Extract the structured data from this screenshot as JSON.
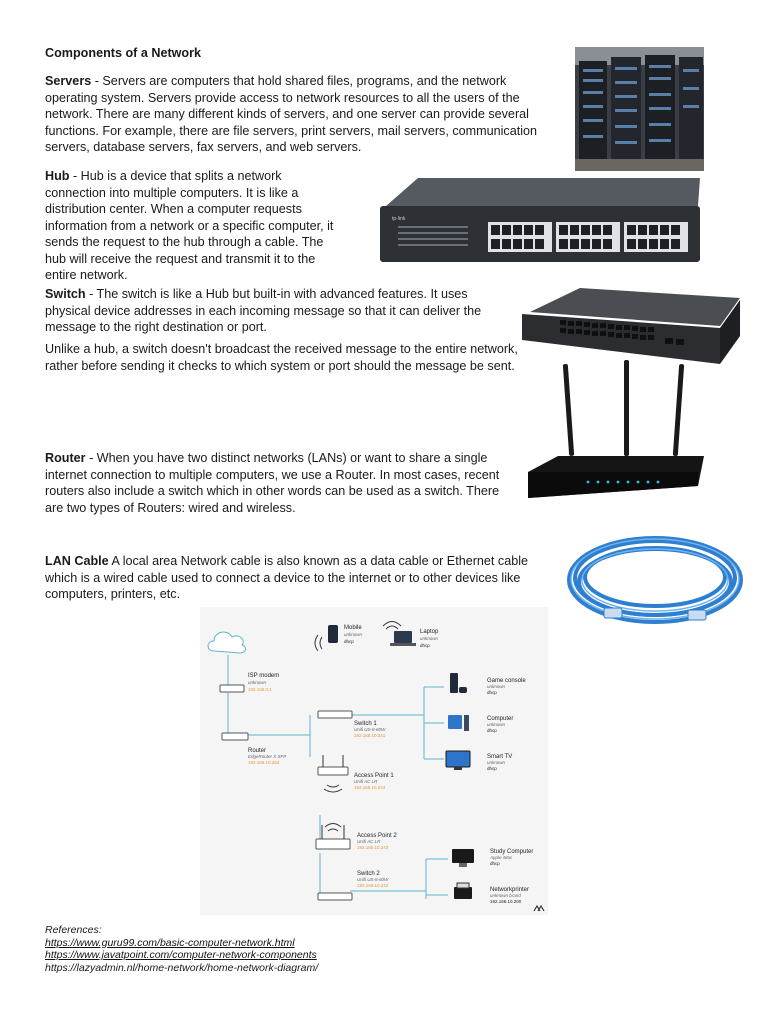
{
  "title": "Components of a Network",
  "servers": {
    "heading": "Servers",
    "text": " - Servers are computers that hold shared files, programs, and the network operating system. Servers provide access to network resources to all the users of the network. There are many different kinds of servers, and one server can provide several functions. For example, there are file servers, print servers, mail servers, communication servers, database servers, fax servers, and web servers."
  },
  "hub": {
    "heading": "Hub",
    "text": " - Hub is a device that splits a network connection into multiple computers. It is like a distribution center. When a computer requests information from a network or a specific computer, it sends the request to the hub through a cable. The hub will receive the request and transmit it to the entire network."
  },
  "switch": {
    "heading": "Switch",
    "text": " - The switch is like a Hub but built-in with advanced features. It uses physical device addresses in each incoming message so that it can deliver the message to the right destination or port.",
    "text2": "Unlike a hub, a switch doesn't broadcast the received message to the entire network, rather before sending it checks to which system or port should the message be sent."
  },
  "router": {
    "heading": "Router",
    "text": " - When you have two distinct networks (LANs) or want to share a single internet connection to multiple computers, we use a Router. In most cases, recent routers also include a switch which in other words can be used as a switch. There are two types of Routers: wired and wireless."
  },
  "lan": {
    "heading": "LAN Cable",
    "text": " A local area Network cable is also known as a data cable or Ethernet cable which is a wired cable used to connect a device to the internet or to other devices like computers, printers, etc."
  },
  "diagram": {
    "mobile": {
      "name": "Mobile",
      "sub": "unknown",
      "ip": "dhcp"
    },
    "laptop": {
      "name": "Laptop",
      "sub": "unknown",
      "ip": "dhcp"
    },
    "isp": {
      "name": "ISP modem",
      "sub": "unknown",
      "ip": "192.168.0.1"
    },
    "router": {
      "name": "Router",
      "sub": "EdgeRouter X SFP",
      "ip": "192.168.10.254"
    },
    "switch1": {
      "name": "Switch 1",
      "sub": "Unifi US-8-60W",
      "ip": "192.168.10.241"
    },
    "ap1": {
      "name": "Access Point 1",
      "sub": "Unifi AC LR",
      "ip": "192.168.10.244"
    },
    "game": {
      "name": "Game console",
      "sub": "unknown",
      "ip": "dhcp"
    },
    "computer": {
      "name": "Computer",
      "sub": "unknown",
      "ip": "dhcp"
    },
    "tv": {
      "name": "Smart TV",
      "sub": "unknown",
      "ip": "dhcp"
    },
    "ap2": {
      "name": "Access Point 2",
      "sub": "Unifi AC LR",
      "ip": "192.168.10.243"
    },
    "switch2": {
      "name": "Switch 2",
      "sub": "Unifi US-8-60W",
      "ip": "192.168.10.242"
    },
    "study": {
      "name": "Study Computer",
      "sub": "Apple iMac",
      "ip": "dhcp"
    },
    "printer": {
      "name": "Networkprinter",
      "sub": "unknown brand",
      "ip": "192.168.10.200"
    }
  },
  "references": {
    "heading": "References:",
    "links": [
      "https://www.guru99.com/basic-computer-network.html",
      "https://www.javatpoint.com/computer-network-components",
      "https://lazyadmin.nl/home-network/home-network-diagram/"
    ]
  },
  "colors": {
    "accent_orange": "#e8963a",
    "diagram_line": "#5bb5c9",
    "cable_blue": "#2f7fd1"
  }
}
